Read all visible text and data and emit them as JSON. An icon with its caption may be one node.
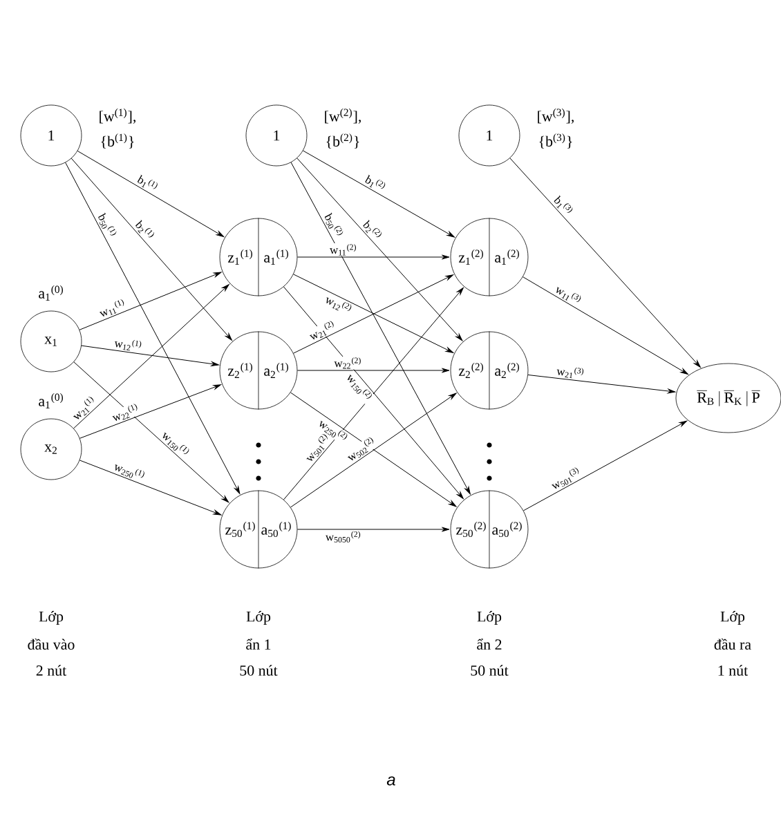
{
  "diagram": {
    "caption": "a",
    "nodes": [
      {
        "text": [
          "1"
        ],
        "beside": [
          "[w$^{(1)}$],",
          "{b$^{(1)}$}"
        ]
      },
      {
        "text": [
          "x$_{1}$"
        ],
        "beside": [
          "a$_{1}$$^{(0)}$"
        ]
      },
      {
        "text": [
          "x$_{2}$"
        ],
        "beside": [
          "a$_{1}$$^{(0)}$"
        ]
      },
      {
        "text": [
          "1"
        ],
        "beside": [
          "[w$^{(2)}$],",
          "{b$^{(2)}$}"
        ]
      },
      {
        "text": [
          "z$_{1}$$^{(1)}$",
          "a$_{1}$$^{(1)}$"
        ]
      },
      {
        "text": [
          "z$_{2}$$^{(1)}$",
          "a$_{2}$$^{(1)}$"
        ]
      },
      {
        "text": [
          "z$_{50}$$^{(1)}$",
          "a$_{50}$$^{(1)}$"
        ]
      },
      {
        "text": [
          "1"
        ],
        "beside": [
          "[w$^{(3)}$],",
          "{b$^{(3)}$}"
        ]
      },
      {
        "text": [
          "z$_{1}$$^{(2)}$",
          "a$_{1}$$^{(2)}$"
        ]
      },
      {
        "text": [
          "z$_{2}$$^{(2)}$",
          "a$_{2}$$^{(2)}$"
        ]
      },
      {
        "text": [
          "z$_{50}$$^{(2)}$",
          "a$_{50}$$^{(2)}$"
        ]
      },
      {
        "text": [
          "\\overline{\\mathrm{R}}_{\\mathrm{B}}\\,|\\,\\overline{\\mathrm{R}}_{\\mathrm{K}}\\,|\\,\\overline{\\mathrm{P}}"
        ]
      }
    ],
    "edges": [
      {
        "from": 0,
        "to": 4,
        "arrow": "to",
        "label": "b$_{1}$$^{(1)}$"
      },
      {
        "from": 0,
        "to": 5,
        "arrow": "to",
        "label": "b$_{2}$$^{(1)}$"
      },
      {
        "from": 0,
        "to": 6,
        "arrow": "to",
        "label": "b$_{50}$$^{(1)}$"
      },
      {
        "from": 1,
        "to": 4,
        "arrow": "to",
        "label": "w$_{11}$$^{(1)}$"
      },
      {
        "from": 1,
        "to": 5,
        "arrow": "to",
        "label": "w$_{12}$$^{(1)}$"
      },
      {
        "from": 1,
        "to": 6,
        "arrow": "to",
        "label": "w$_{150}$$^{(1)}$"
      },
      {
        "from": 2,
        "to": 4,
        "arrow": "to",
        "label": "w$_{21}$$^{(1)}$"
      },
      {
        "from": 2,
        "to": 5,
        "arrow": "to",
        "label": "w$_{22}$$^{(1)}$"
      },
      {
        "from": 2,
        "to": 6,
        "arrow": "to",
        "label": "w$_{250}$$^{(1)}$"
      },
      {
        "from": 3,
        "to": 8,
        "arrow": "to",
        "label": "b$_{1}$$^{(2)}$"
      },
      {
        "from": 3,
        "to": 9,
        "arrow": "to",
        "label": "b$_{2}$$^{(2)}$"
      },
      {
        "from": 3,
        "to": 10,
        "arrow": "to",
        "label": "b$_{50}$$^{(2)}$"
      },
      {
        "from": 4,
        "to": 8,
        "arrow": "to",
        "label": "w$_{11}$$^{(2)}$"
      },
      {
        "from": 4,
        "to": 9,
        "arrow": "to",
        "label": "w$_{12}$$^{(2)}$"
      },
      {
        "from": 4,
        "to": 10,
        "arrow": "to",
        "label": "w$_{150}$$^{(2)}$"
      },
      {
        "from": 5,
        "to": 8,
        "arrow": "to",
        "label": "w$_{21}$$^{(2)}$"
      },
      {
        "from": 5,
        "to": 9,
        "arrow": "to",
        "label": "w$_{22}$$^{(2)}$"
      },
      {
        "from": 5,
        "to": 10,
        "arrow": "to",
        "label": "w$_{250}$$^{(2)}$"
      },
      {
        "from": 6,
        "to": 8,
        "arrow": "to",
        "label": "w$_{501}$$^{(2)}$"
      },
      {
        "from": 6,
        "to": 9,
        "arrow": "to",
        "label": "w$_{502}$$^{(2)}$"
      },
      {
        "from": 6,
        "to": 10,
        "arrow": "to",
        "label": "w$_{5050}$$^{(2)}$"
      },
      {
        "from": 7,
        "to": 11,
        "arrow": "to",
        "label": "b$_{1}$$^{(3)}$"
      },
      {
        "from": 8,
        "to": 11,
        "arrow": "to",
        "label": "w$_{11}$$^{(3)}$"
      },
      {
        "from": 9,
        "to": 11,
        "arrow": "to",
        "label": "w$_{21}$$^{(3)}$"
      },
      {
        "from": 10,
        "to": 11,
        "arrow": "to",
        "label": "w$_{501}$$^{(3)}$"
      }
    ],
    "labels": [
      "Lớp",
      "đầu vào",
      "2 nút",
      "Lớp",
      "ẩn 1",
      "50 nút",
      "Lớp",
      "ẩn 2",
      "50 nút",
      "Lớp",
      "đầu ra",
      "1 nút"
    ]
  }
}
